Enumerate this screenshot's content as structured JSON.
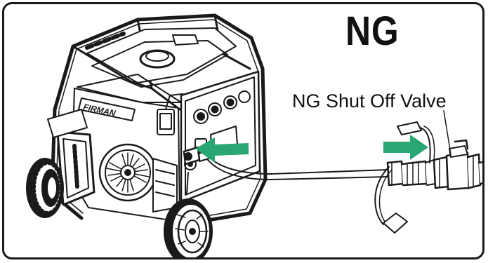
{
  "diagram": {
    "title": "NG",
    "valve_label": "NG Shut Off Valve",
    "brand_text": "FIRMAN",
    "arrow_color": "#2aa672",
    "line_color": "#1a1a1a"
  }
}
